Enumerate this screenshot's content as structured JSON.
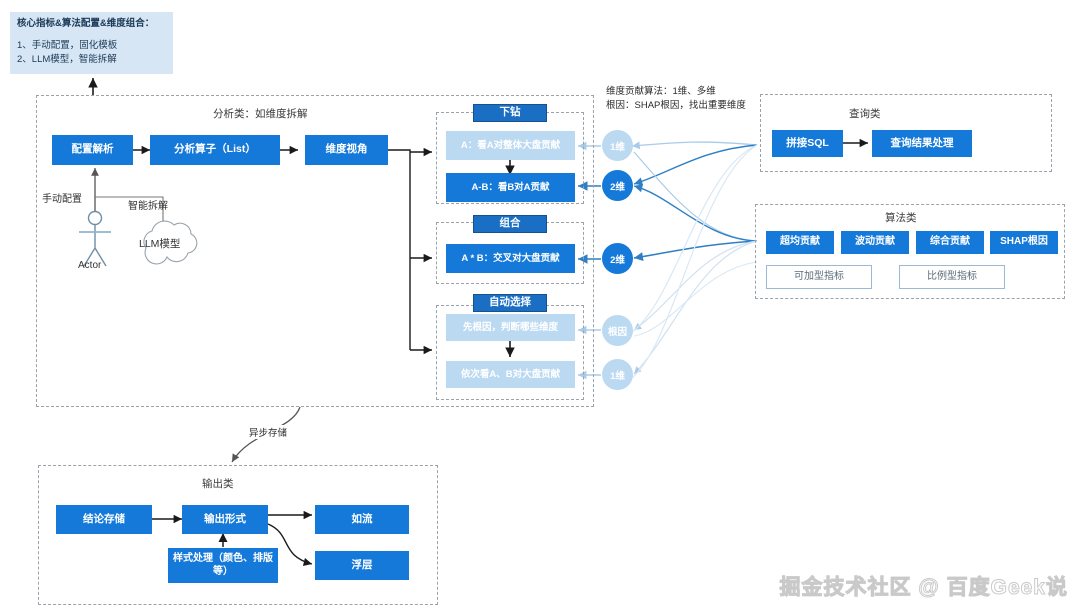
{
  "note": {
    "title": "核心指标&算法配置&维度组合：",
    "line1": "1、手动配置，固化模板",
    "line2": "2、LLM模型，智能拆解"
  },
  "analysis_group": {
    "title": "分析类：如维度拆解",
    "nodes": [
      {
        "label": "配置解析"
      },
      {
        "label": "分析算子（List）"
      },
      {
        "label": "维度视角"
      }
    ],
    "actor_label": "Actor",
    "manual_label": "手动配置",
    "smart_label": "智能拆解",
    "llm_label": "LLM模型"
  },
  "strategy_groups": [
    {
      "header": "下钻",
      "items": [
        {
          "label": "A：看A对整体大盘贡献",
          "style": "lite"
        },
        {
          "label": "A-B：看B对A贡献",
          "style": "solid"
        }
      ]
    },
    {
      "header": "组合",
      "items": [
        {
          "label": "A * B：交叉对大盘贡献",
          "style": "solid"
        }
      ]
    },
    {
      "header": "自动选择",
      "items": [
        {
          "label": "先根因，判断哪些维度",
          "style": "lite"
        },
        {
          "label": "依次看A、B对大盘贡献",
          "style": "lite"
        }
      ]
    }
  ],
  "dimension_badges": [
    {
      "label": "1维",
      "style": "lite"
    },
    {
      "label": "2维",
      "style": "solid"
    },
    {
      "label": "2维",
      "style": "solid"
    },
    {
      "label": "根因",
      "style": "lite"
    },
    {
      "label": "1维",
      "style": "lite"
    }
  ],
  "algorithm_annotation": {
    "line1": "维度贡献算法：1维、多维",
    "line2": "根因：SHAP根因，找出重要维度"
  },
  "query_group": {
    "title": "查询类",
    "nodes": [
      {
        "label": "拼接SQL"
      },
      {
        "label": "查询结果处理"
      }
    ]
  },
  "algorithm_group": {
    "title": "算法类",
    "primary": [
      {
        "label": "超均贡献"
      },
      {
        "label": "波动贡献"
      },
      {
        "label": "综合贡献"
      },
      {
        "label": "SHAP根因"
      }
    ],
    "secondary": [
      {
        "label": "可加型指标"
      },
      {
        "label": "比例型指标"
      }
    ]
  },
  "async_label": "异步存储",
  "output_group": {
    "title": "输出类",
    "nodes": [
      {
        "label": "结论存储"
      },
      {
        "label": "输出形式"
      },
      {
        "label": "如流"
      },
      {
        "label": "浮层"
      },
      {
        "label": "样式处理（颜色、排版等）"
      }
    ]
  },
  "watermark": "掘金技术社区 @ 百度Geek说",
  "colors": {
    "primary_blue": "#1479d8",
    "light_blue": "#bcd9f2",
    "note_bg": "#d6e6f4",
    "dash_border": "#9aa3ab"
  }
}
